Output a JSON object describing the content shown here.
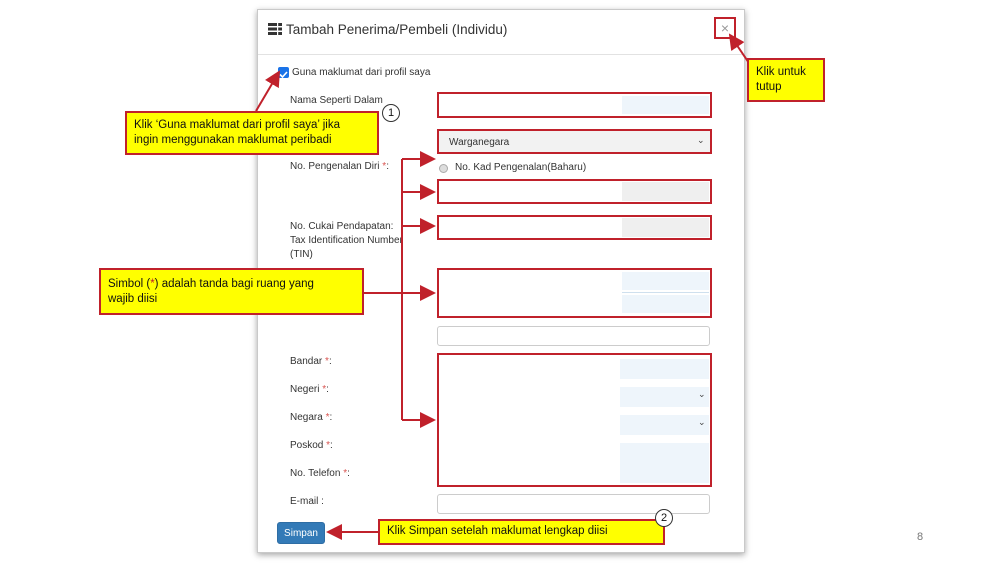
{
  "dialog": {
    "title": "Tambah Penerima/Pembeli (Individu)",
    "close_icon": "close-icon",
    "header_icon": "table-list-icon"
  },
  "form": {
    "use_profile_label": "Guna maklumat dari profil saya",
    "use_profile_checked": true,
    "name_label": "Nama Seperti Dalam",
    "citizenship_value": "Warganegara",
    "id_label": "No. Pengenalan Diri ",
    "id_option": "No. Kad Pengenalan(Baharu)",
    "tax_label_1": "No. Cukai Pendapatan:",
    "tax_label_2": "Tax Identification Number",
    "tax_label_3": "(TIN)",
    "city_label": "Bandar ",
    "state_label": "Negeri ",
    "country_label": "Negara ",
    "postcode_label": "Poskod ",
    "phone_label": "No. Telefon ",
    "email_label": "E-mail :",
    "required_mark": "*",
    "colon": ":",
    "save_label": "Simpan"
  },
  "annotations": {
    "profile_text_1": "Klik ‘Guna maklumat dari profil saya’ jika",
    "profile_text_2": "ingin menggunakan maklumat peribadi",
    "close_text_1": "Klik untuk",
    "close_text_2": "tutup",
    "required_text_1": "Simbol (",
    "required_symbol": "*",
    "required_text_2": ") adalah tanda bagi ruang yang",
    "required_text_3": "wajib diisi",
    "save_text": "Klik Simpan setelah maklumat lengkap diisi",
    "step1": "1",
    "step2": "2"
  },
  "page_number": "8",
  "colors": {
    "highlight_border": "#c0212b",
    "callout_bg": "#ffff00",
    "button_bg": "#337ab7"
  }
}
